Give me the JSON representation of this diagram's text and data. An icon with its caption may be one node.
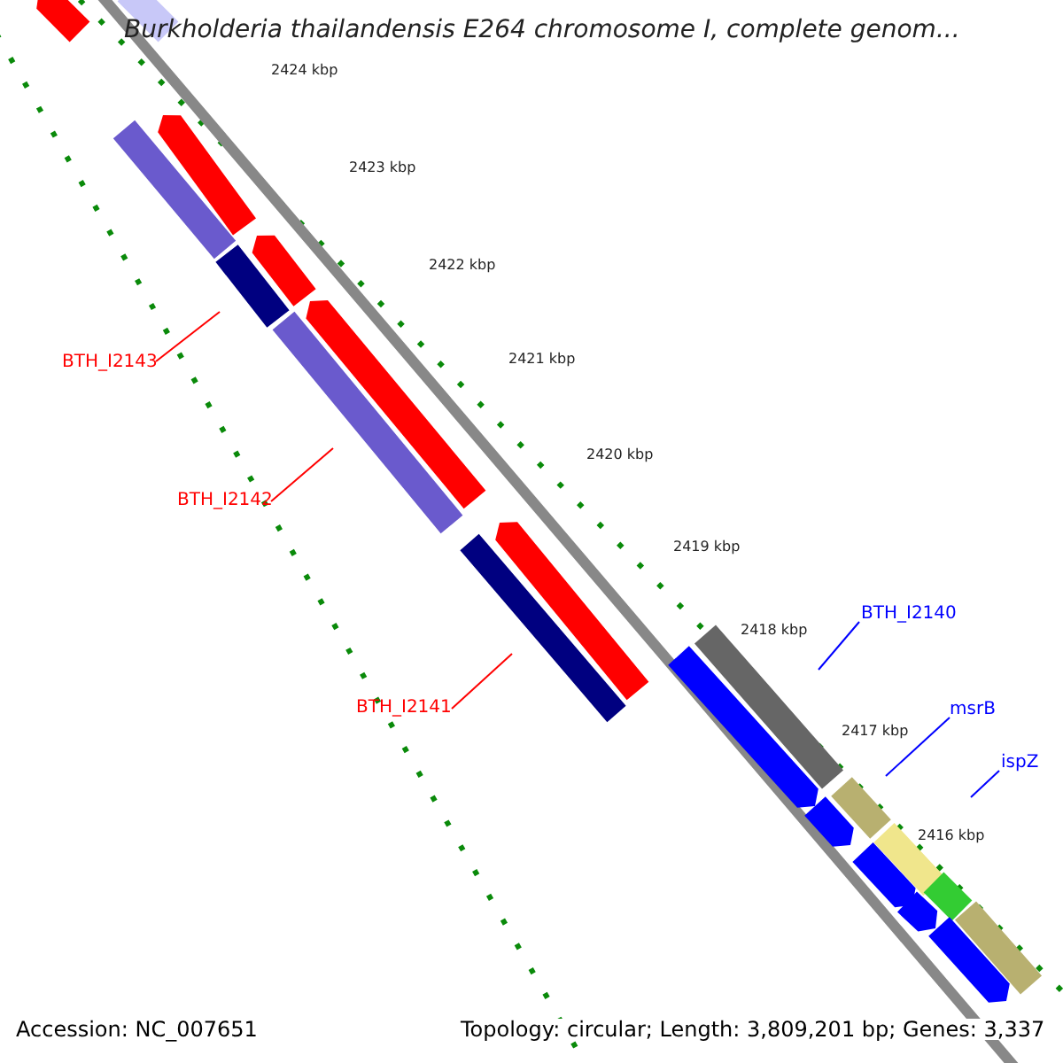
{
  "diagram": {
    "title": "Burkholderia thailandensis E264 chromosome I, complete genom...",
    "nodes": [
      {
        "text": [
          "BTH_I2143"
        ]
      },
      {
        "text": [
          "BTH_I2142"
        ]
      },
      {
        "text": [
          "BTH_I2141"
        ]
      },
      {
        "text": [
          "BTH_I2140"
        ]
      },
      {
        "text": [
          "msrB"
        ]
      },
      {
        "text": [
          "ispZ"
        ]
      }
    ],
    "edges": [
      {
        "from": 0,
        "to": null,
        "arrow": "none",
        "color": "#ff0000"
      },
      {
        "from": 1,
        "to": null,
        "arrow": "none",
        "color": "#ff0000"
      },
      {
        "from": 2,
        "to": null,
        "arrow": "none",
        "color": "#ff0000"
      },
      {
        "from": 3,
        "to": null,
        "arrow": "none",
        "color": "#0000ff"
      },
      {
        "from": 4,
        "to": null,
        "arrow": "none",
        "color": "#0000ff"
      },
      {
        "from": 5,
        "to": null,
        "arrow": "none",
        "color": "#0000ff"
      }
    ],
    "labels": [
      "2424 kbp",
      "2423 kbp",
      "2422 kbp",
      "2421 kbp",
      "2420 kbp",
      "2419 kbp",
      "2418 kbp",
      "2417 kbp",
      "2416 kbp",
      "Accession: NC_007651",
      "Topology: circular; Length: 3,809,201 bp; Genes: 3,337"
    ]
  }
}
